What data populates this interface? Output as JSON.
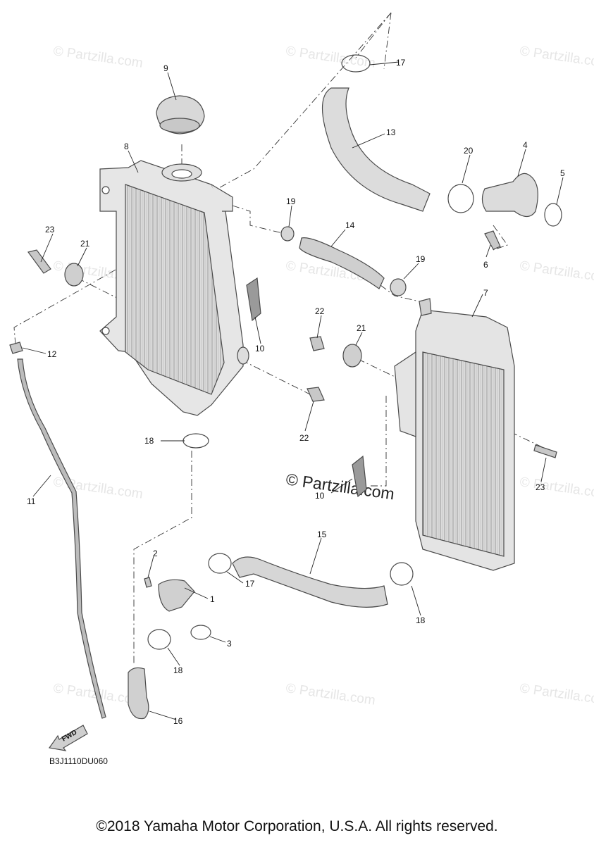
{
  "diagram": {
    "watermark": "© Partzilla.com",
    "center_watermark": "© Partzilla.com",
    "fwd_label": "FWD",
    "diagram_code": "B3J1110DU060",
    "copyright": "©2018 Yamaha Motor Corporation, U.S.A. All rights reserved.",
    "callouts": {
      "c9": "9",
      "c8": "8",
      "c17a": "17",
      "c13": "13",
      "c20": "20",
      "c4": "4",
      "c5": "5",
      "c19a": "19",
      "c14": "14",
      "c23a": "23",
      "c21a": "21",
      "c6": "6",
      "c19b": "19",
      "c7": "7",
      "c22a": "22",
      "c21b": "21",
      "c10a": "10",
      "c12": "12",
      "c22b": "22",
      "c18a": "18",
      "c23b": "23",
      "c11": "11",
      "c10b": "10",
      "c15": "15",
      "c2": "2",
      "c1": "1",
      "c17b": "17",
      "c18b": "18",
      "c3": "3",
      "c18c": "18",
      "c16": "16"
    }
  }
}
